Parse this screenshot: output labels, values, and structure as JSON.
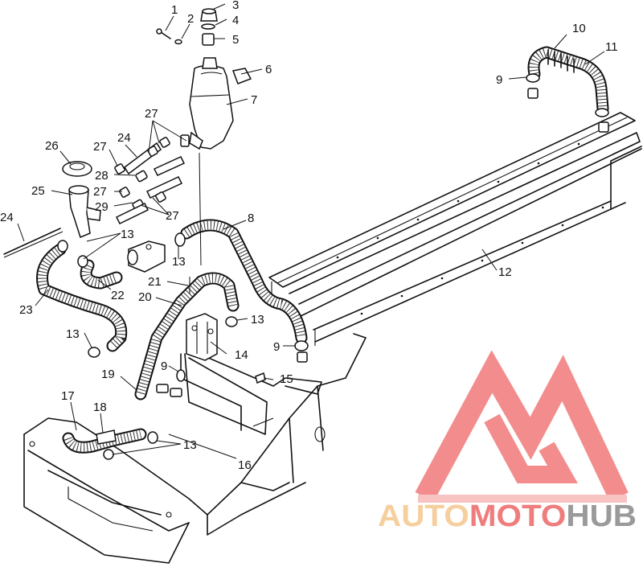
{
  "callouts": [
    {
      "id": "c1",
      "text": "1"
    },
    {
      "id": "c2",
      "text": "2"
    },
    {
      "id": "c3",
      "text": "3"
    },
    {
      "id": "c4",
      "text": "4"
    },
    {
      "id": "c5",
      "text": "5"
    },
    {
      "id": "c6",
      "text": "6"
    },
    {
      "id": "c7",
      "text": "7"
    },
    {
      "id": "c8",
      "text": "8"
    },
    {
      "id": "c9a",
      "text": "9"
    },
    {
      "id": "c9b",
      "text": "9"
    },
    {
      "id": "c9c",
      "text": "9"
    },
    {
      "id": "c10",
      "text": "10"
    },
    {
      "id": "c11",
      "text": "11"
    },
    {
      "id": "c12",
      "text": "12"
    },
    {
      "id": "c13a",
      "text": "13"
    },
    {
      "id": "c13b",
      "text": "13"
    },
    {
      "id": "c13c",
      "text": "13"
    },
    {
      "id": "c13d",
      "text": "13"
    },
    {
      "id": "c13e",
      "text": "13"
    },
    {
      "id": "c14",
      "text": "14"
    },
    {
      "id": "c15",
      "text": "15"
    },
    {
      "id": "c16",
      "text": "16"
    },
    {
      "id": "c17",
      "text": "17"
    },
    {
      "id": "c18",
      "text": "18"
    },
    {
      "id": "c19",
      "text": "19"
    },
    {
      "id": "c20",
      "text": "20"
    },
    {
      "id": "c21",
      "text": "21"
    },
    {
      "id": "c22",
      "text": "22"
    },
    {
      "id": "c23",
      "text": "23"
    },
    {
      "id": "c24a",
      "text": "24"
    },
    {
      "id": "c24b",
      "text": "24"
    },
    {
      "id": "c25",
      "text": "25"
    },
    {
      "id": "c26",
      "text": "26"
    },
    {
      "id": "c27a",
      "text": "27"
    },
    {
      "id": "c27b",
      "text": "27"
    },
    {
      "id": "c27c",
      "text": "27"
    },
    {
      "id": "c27d",
      "text": "27"
    },
    {
      "id": "c28",
      "text": "28"
    },
    {
      "id": "c29",
      "text": "29"
    }
  ],
  "watermark": {
    "part1": "AUTO",
    "part2": "MOTO",
    "part3": "HUB",
    "color_light": "#f6cf9e",
    "color_red": "#f07d7d",
    "color_dark": "#9a9a9a"
  }
}
